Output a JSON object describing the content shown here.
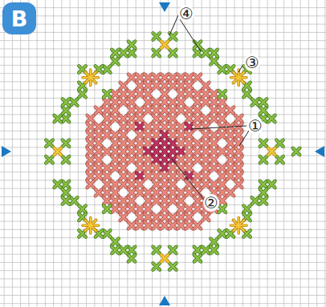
{
  "diagram": {
    "nodes": [
      {
        "text": [
          "B"
        ]
      }
    ],
    "labels": [
      "④",
      "③",
      "①",
      "②"
    ]
  }
}
